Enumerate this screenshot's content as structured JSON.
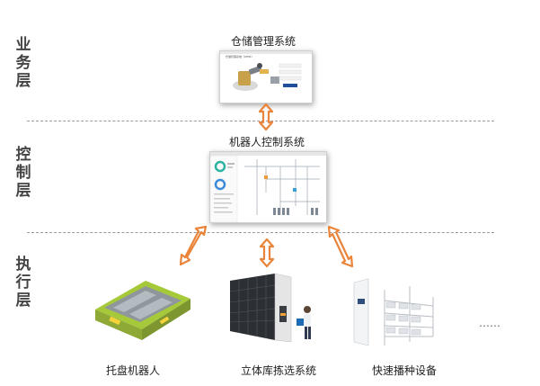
{
  "layers": [
    {
      "chars": [
        "业",
        "务",
        "层"
      ]
    },
    {
      "chars": [
        "控",
        "制",
        "层"
      ]
    },
    {
      "chars": [
        "执",
        "行",
        "层"
      ]
    }
  ],
  "systems": {
    "wms": {
      "title": "仓储管理系统",
      "screen_header": "仓储管理系统（WMS）"
    },
    "rcs": {
      "title": "机器人控制系统"
    }
  },
  "equipment": [
    {
      "caption": "托盘机器人"
    },
    {
      "caption": "立体库拣选系统"
    },
    {
      "caption": "快速播种设备"
    }
  ],
  "ellipsis": "……",
  "colors": {
    "arrow": "#e9843a",
    "robot_green": "#a6c93a",
    "robot_grey": "#8f979c",
    "rack_dark": "#2c2f34"
  }
}
